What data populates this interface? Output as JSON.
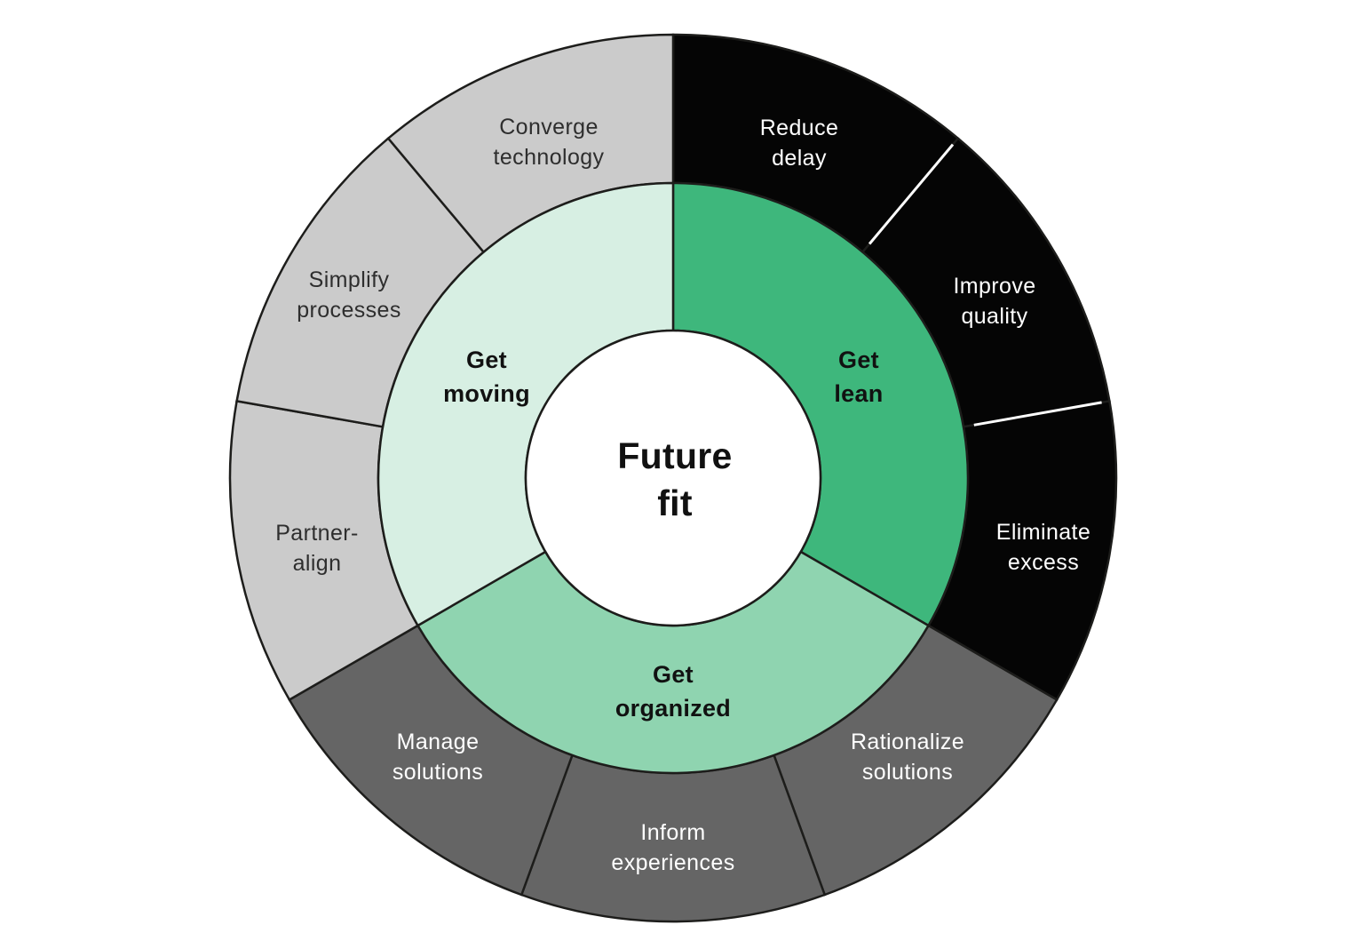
{
  "colors": {
    "background": "#ffffff",
    "stroke": "#1d1d1b",
    "divider_white": "#ffffff",
    "text_light": "#ffffff",
    "text_dark": "#2e2e2e",
    "text_ink": "#111111"
  },
  "diagram": {
    "center": {
      "line1": "Future",
      "line2": "fit"
    },
    "inner_ring": {
      "get_lean": {
        "line1": "Get",
        "line2": "lean",
        "color": "#3eb77c"
      },
      "get_organized": {
        "line1": "Get",
        "line2": "organized",
        "color": "#8fd4b0"
      },
      "get_moving": {
        "line1": "Get",
        "line2": "moving",
        "color": "#d7efe3"
      }
    },
    "outer_ring": {
      "reduce_delay": {
        "line1": "Reduce",
        "line2": "delay",
        "color": "#050505"
      },
      "improve_quality": {
        "line1": "Improve",
        "line2": "quality",
        "color": "#050505"
      },
      "eliminate_excess": {
        "line1": "Eliminate",
        "line2": "excess",
        "color": "#050505"
      },
      "rationalize_solutions": {
        "line1": "Rationalize",
        "line2": "solutions",
        "color": "#656565"
      },
      "inform_experiences": {
        "line1": "Inform",
        "line2": "experiences",
        "color": "#656565"
      },
      "manage_solutions": {
        "line1": "Manage",
        "line2": "solutions",
        "color": "#656565"
      },
      "partner_align": {
        "line1": "Partner-",
        "line2": "align",
        "color": "#cbcbcb"
      },
      "simplify_processes": {
        "line1": "Simplify",
        "line2": "processes",
        "color": "#cbcbcb"
      },
      "converge_technology": {
        "line1": "Converge",
        "line2": "technology",
        "color": "#cbcbcb"
      }
    }
  }
}
